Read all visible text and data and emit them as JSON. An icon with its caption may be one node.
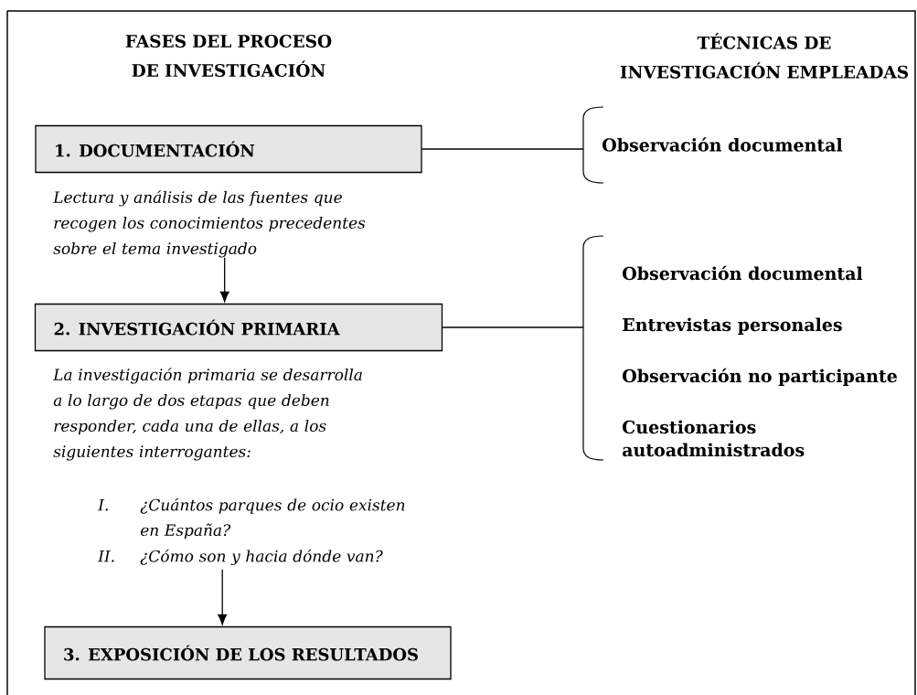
{
  "diagram": {
    "nodes": [
      {
        "text": [
          "1. DOCUMENTACIÓN"
        ]
      },
      {
        "text": [
          "Lectura y análisis de las fuentes que recogen los conocimientos precedentes sobre el tema investigado"
        ]
      },
      {
        "text": [
          "2. INVESTIGACIÓN PRIMARIA"
        ]
      },
      {
        "text": [
          "La investigación primaria se desarrolla a lo largo de dos etapas que deben responder, cada una de ellas, a los siguientes interrogantes:",
          "I.",
          "¿Cuántos parques de ocio existen en España?",
          "II.",
          "¿Cómo son y hacia dónde van?"
        ]
      },
      {
        "text": [
          "3. EXPOSICIÓN DE LOS RESULTADOS"
        ]
      },
      {
        "text": [
          "Observación documental"
        ]
      },
      {
        "text": [
          "Observación documental",
          "Entrevistas personales",
          "Observación no participante",
          "Cuestionarios autoadministrados"
        ]
      }
    ],
    "edges": [
      {
        "from": 1,
        "to": 2,
        "arrow": "to"
      },
      {
        "from": 3,
        "to": 4,
        "arrow": "to"
      },
      {
        "from": 0,
        "to": 5,
        "arrow": "none"
      },
      {
        "from": 2,
        "to": 6,
        "arrow": "none"
      }
    ],
    "labels": [
      "FASES DEL PROCESO DE INVESTIGACIÓN",
      "TÉCNICAS DE INVESTIGACIÓN EMPLEADAS"
    ]
  }
}
